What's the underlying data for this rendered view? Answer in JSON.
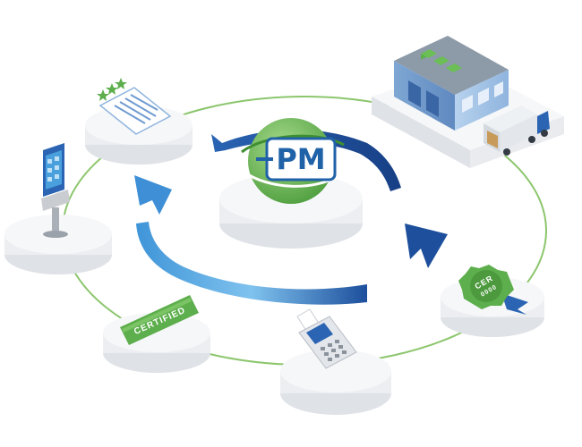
{
  "center_logo": {
    "text": "PM"
  },
  "nodes": {
    "certified_badge": {
      "label": "CERTIFIED"
    },
    "cer_rosette": {
      "label_line1": "CER",
      "label_line2": "0000"
    }
  },
  "colors": {
    "ring_green": "#8cc66d",
    "arrow_blue_dark": "#1d4f9c",
    "arrow_blue_light": "#4aa0dd",
    "logo_green": "#5cae48",
    "logo_blue": "#2062a8",
    "badge_green": "#5dae4c",
    "platform_white": "#f6f7f9",
    "platform_shadow": "#dfe2e6"
  },
  "icons": [
    "pm-logo-icon",
    "document-stars-icon",
    "kiosk-icon",
    "warehouse-icon",
    "truck-icon",
    "rosette-icon",
    "payment-terminal-icon",
    "certified-tag-icon"
  ]
}
